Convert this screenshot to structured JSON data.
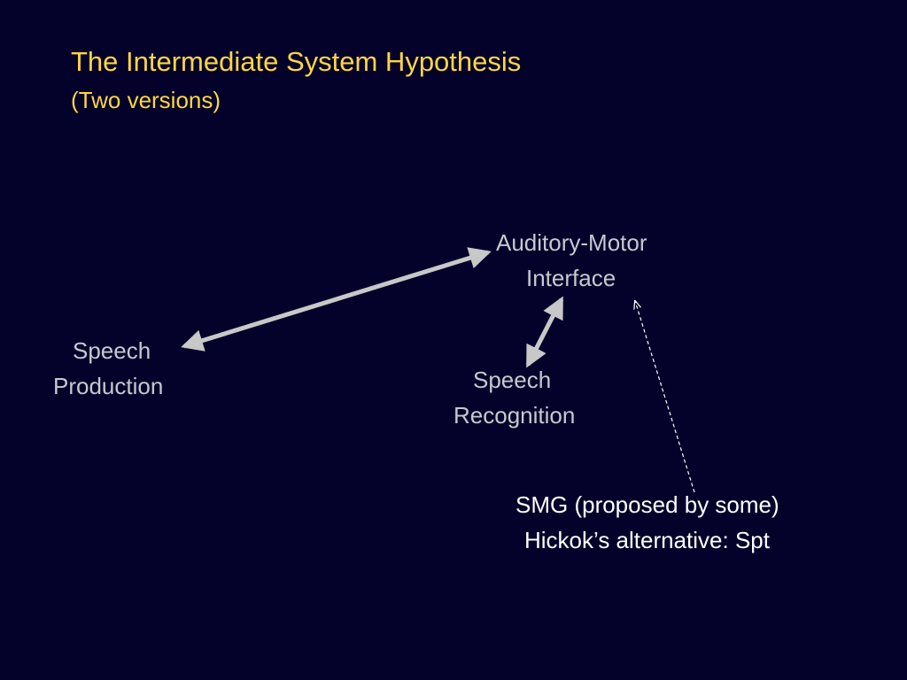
{
  "slide": {
    "title": "The Intermediate System Hypothesis",
    "subtitle": "(Two versions)"
  },
  "nodes": {
    "auditory_motor": {
      "line1": "Auditory-Motor",
      "line2": "Interface"
    },
    "speech_production": {
      "line1": "Speech",
      "line2": "Production"
    },
    "speech_recognition": {
      "line1": "Speech",
      "line2": "Recognition"
    }
  },
  "note": {
    "line1": "SMG (proposed by some)",
    "line2": "Hickok’s alternative: Spt"
  },
  "colors": {
    "background": "#04022a",
    "title": "#ffd640",
    "node_text": "#c8c8d0",
    "note_text": "#ffffff",
    "arrow": "#c8c8c8"
  }
}
